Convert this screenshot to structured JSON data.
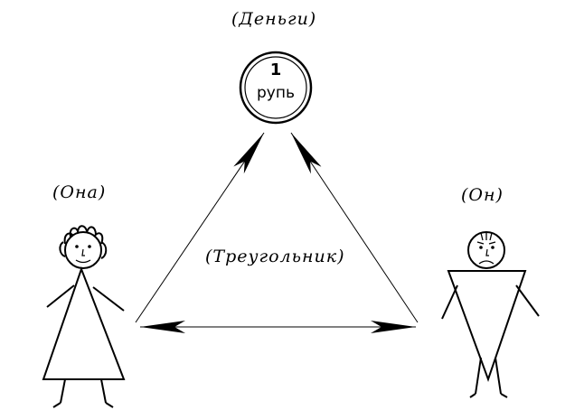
{
  "labels": {
    "money": "(Деньги)",
    "she": "(Она)",
    "he": "(Он)",
    "triangle": "(Треугольник)"
  },
  "coin": {
    "number": "1",
    "word": "рупь"
  },
  "icons": [
    "coin-icon",
    "woman-stick-figure-icon",
    "man-stick-figure-icon",
    "arrow-icon"
  ]
}
